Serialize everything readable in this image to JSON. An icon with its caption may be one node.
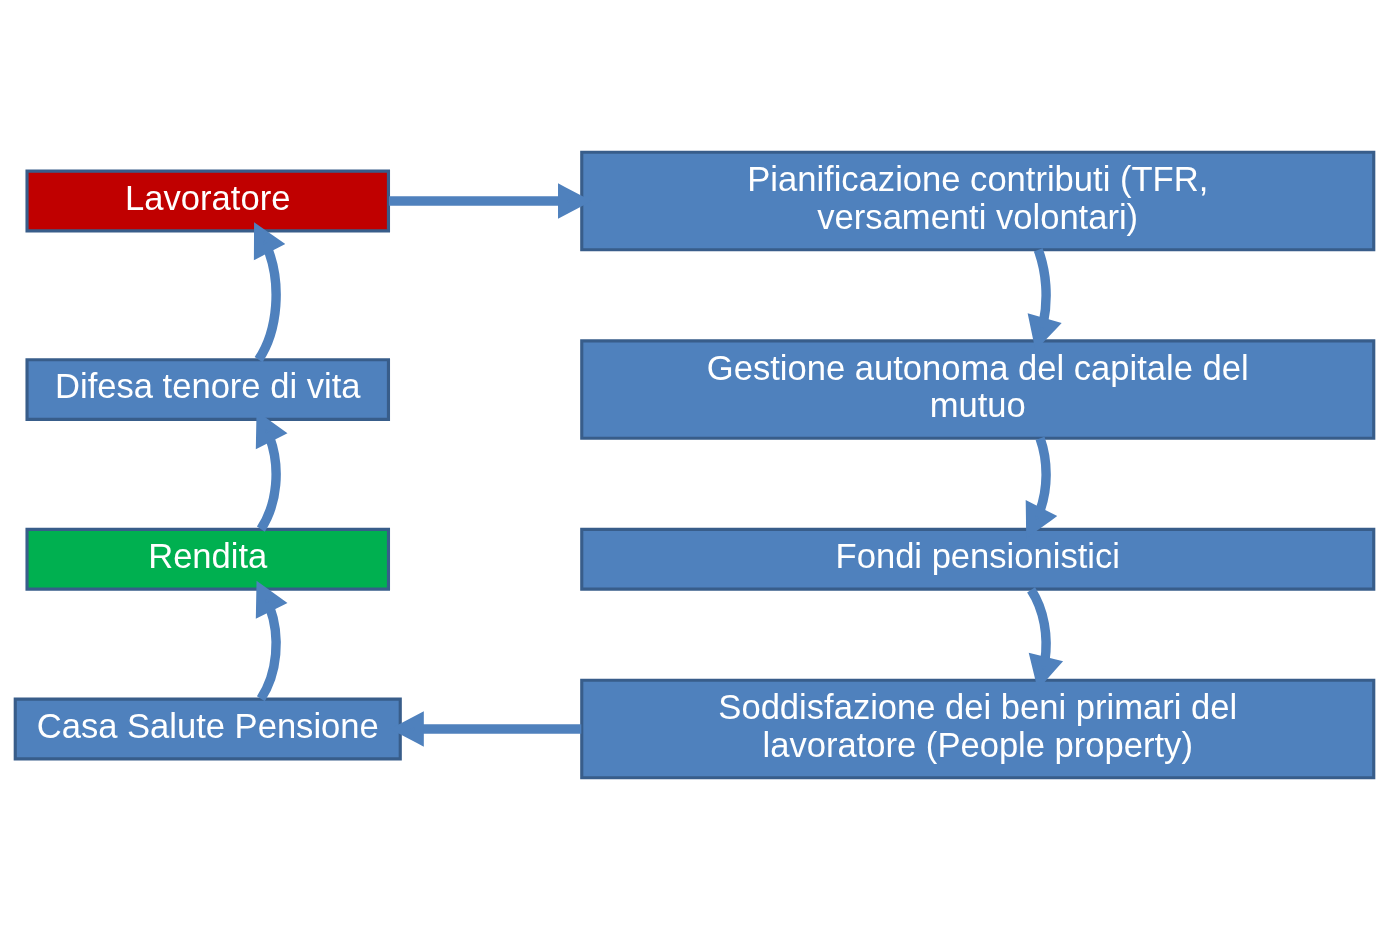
{
  "diagram": {
    "nodes": [
      {
        "text": [
          "Lavoratore"
        ]
      },
      {
        "text": [
          "Pianificazione contributi (TFR, versamenti volontari)"
        ]
      },
      {
        "text": [
          "Gestione autonoma del capitale del mutuo"
        ]
      },
      {
        "text": [
          "Fondi pensionistici"
        ]
      },
      {
        "text": [
          "Soddisfazione dei beni primari del lavoratore (People property)"
        ]
      },
      {
        "text": [
          "Casa Salute Pensione"
        ]
      },
      {
        "text": [
          "Rendita"
        ]
      },
      {
        "text": [
          "Difesa tenore di vita"
        ]
      }
    ],
    "edges": [
      {
        "from": 0,
        "to": 1,
        "arrow": "to"
      },
      {
        "from": 1,
        "to": 2,
        "arrow": "to"
      },
      {
        "from": 2,
        "to": 3,
        "arrow": "to"
      },
      {
        "from": 3,
        "to": 4,
        "arrow": "to"
      },
      {
        "from": 4,
        "to": 5,
        "arrow": "to"
      },
      {
        "from": 5,
        "to": 6,
        "arrow": "to"
      },
      {
        "from": 6,
        "to": 7,
        "arrow": "to"
      },
      {
        "from": 7,
        "to": 0,
        "arrow": "to"
      }
    ]
  }
}
